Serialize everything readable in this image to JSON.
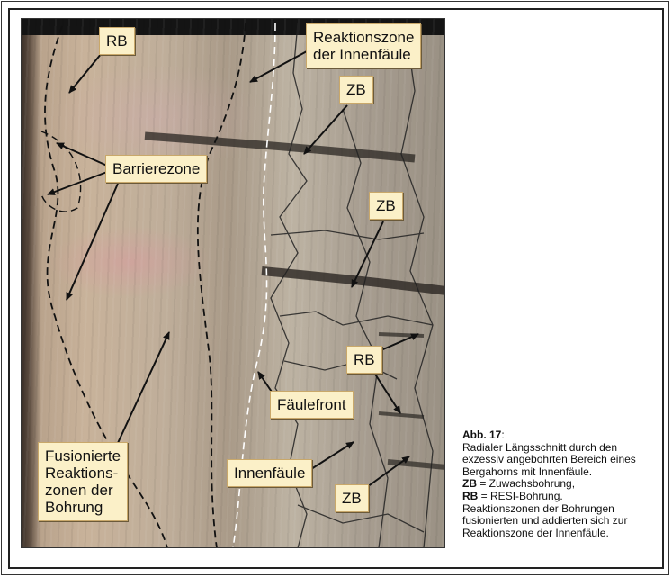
{
  "figure": {
    "labels": {
      "rb_top": "RB",
      "reaktionszone": "Reaktionszone\nder Innenfäule",
      "zb_top": "ZB",
      "barrierezone": "Barrierezone",
      "zb_middle": "ZB",
      "rb_right": "RB",
      "faeulefront": "Fäulefront",
      "fusionierte": "Fusionierte\nReaktions-\nzonen der\nBohrung",
      "innenfaeule": "Innenfäule",
      "zb_bottom": "ZB"
    }
  },
  "caption": {
    "title": "Abb. 17",
    "title_suffix": ":",
    "line1": "Radialer Längsschnitt durch den exzessiv angebohrten Bereich eines Bergahorns mit Innenfäule.",
    "zb_abbr": "ZB",
    "zb_def": " = Zuwachsbohrung,",
    "rb_abbr": "RB",
    "rb_def": " = RESI-Bohrung.",
    "line_last": "Reaktionszonen der Bohrungen fusionierten und addierten sich zur Reaktionszone der Innenfäule."
  }
}
